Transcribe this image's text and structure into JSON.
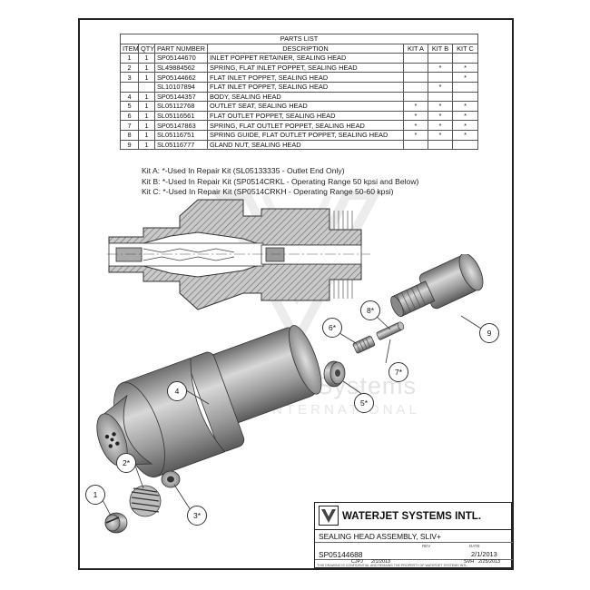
{
  "parts_list": {
    "title": "PARTS LIST",
    "headers": [
      "ITEM",
      "QTY",
      "PART NUMBER",
      "DESCRIPTION",
      "KIT A",
      "KIT B",
      "KIT C"
    ],
    "rows": [
      {
        "item": "1",
        "qty": "1",
        "part": "SP05144670",
        "desc": "INLET POPPET RETAINER, SEALING HEAD",
        "a": "",
        "b": "",
        "c": ""
      },
      {
        "item": "2",
        "qty": "1",
        "part": "SL49884562",
        "desc": "SPRING, FLAT INLET POPPET, SEALING HEAD",
        "a": "",
        "b": "*",
        "c": "*"
      },
      {
        "item": "3",
        "qty": "1",
        "part": "SP05144662",
        "desc": "FLAT INLET POPPET, SEALING HEAD",
        "a": "",
        "b": "",
        "c": "*"
      },
      {
        "item": "",
        "qty": "",
        "part": "SL10107894",
        "desc": "FLAT INLET POPPET, SEALING HEAD",
        "a": "",
        "b": "*",
        "c": ""
      },
      {
        "item": "4",
        "qty": "1",
        "part": "SP05144357",
        "desc": "BODY, SEALING HEAD",
        "a": "",
        "b": "",
        "c": ""
      },
      {
        "item": "5",
        "qty": "1",
        "part": "SL05112768",
        "desc": "OUTLET SEAT, SEALING HEAD",
        "a": "*",
        "b": "*",
        "c": "*"
      },
      {
        "item": "6",
        "qty": "1",
        "part": "SL05116561",
        "desc": "FLAT OUTLET POPPET, SEALING HEAD",
        "a": "*",
        "b": "*",
        "c": "*"
      },
      {
        "item": "7",
        "qty": "1",
        "part": "SP05147863",
        "desc": "SPRING, FLAT OUTLET POPPET, SEALING HEAD",
        "a": "*",
        "b": "*",
        "c": "*"
      },
      {
        "item": "8",
        "qty": "1",
        "part": "SL05116751",
        "desc": "SPRING GUIDE, FLAT OUTLET POPPET, SEALING HEAD",
        "a": "*",
        "b": "*",
        "c": "*"
      },
      {
        "item": "9",
        "qty": "1",
        "part": "SL05116777",
        "desc": "GLAND NUT, SEALING HEAD",
        "a": "",
        "b": "",
        "c": ""
      }
    ]
  },
  "kit_notes": [
    "Kit A: *-Used In Repair Kit (SL05133335 - Outlet End Only)",
    "Kit B: *-Used In Repair Kit (SP0514CRKL - Operating Range 50 kpsi and Below)",
    "Kit C: *-Used In Repair Kit (SP0514CRKH - Operating Range 50-60 kpsi)"
  ],
  "watermark": {
    "line1": "WaterJet Systems",
    "line2": "INTERNATIONAL"
  },
  "callouts": [
    "1",
    "2*",
    "3*",
    "4",
    "5*",
    "6*",
    "7*",
    "8*",
    "9"
  ],
  "title_block": {
    "company": "WATERJET SYSTEMS INTL.",
    "title": "SEALING HEAD ASSEMBLY, SLIV+",
    "part_number": "SP05144688",
    "rev_label": "REV",
    "date_label": "DATE",
    "date": "2/1/2013",
    "drawn_by": "CJPJ",
    "drawn_date": "2/1/2013",
    "checked_by": "SVH",
    "checked_date": "2/25/2013",
    "footer": "THIS DRAWING IS CONFIDENTIAL AND REMAINS THE PROPERTY OF WATERJET SYSTEMS INTL."
  },
  "colors": {
    "frame": "#222222",
    "metal": "#9a9a9a",
    "hatch": "#888888"
  }
}
